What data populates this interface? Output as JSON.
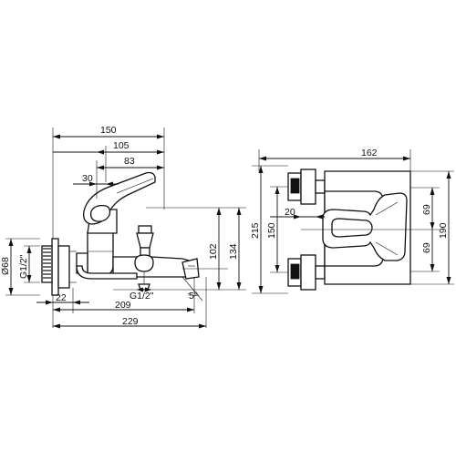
{
  "side_view": {
    "dims": {
      "d150": "150",
      "d105": "105",
      "d83": "83",
      "d30": "30",
      "d102": "102",
      "d134": "134",
      "d68": "Ø68",
      "g12_left": "G1/2\"",
      "d22": "22",
      "d209": "209",
      "g12_bottom": "G1/2\"",
      "angle5": "5°",
      "d229": "229"
    }
  },
  "top_view": {
    "dims": {
      "d162": "162",
      "d20": "20",
      "d215": "215",
      "d150": "150",
      "d69_top": "69",
      "d69_bottom": "69",
      "d190": "190"
    }
  }
}
